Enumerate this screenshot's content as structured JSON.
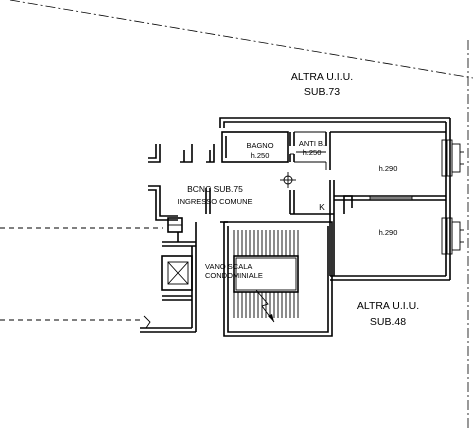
{
  "labels": {
    "altra_73_line1": "ALTRA U.I.U.",
    "altra_73_line2": "SUB.73",
    "bagno": "BAGNO",
    "bagno_h": "h.250",
    "anti_b": "ANTI B.",
    "anti_b_h": "h.250",
    "room_upper_h": "h.290",
    "room_lower_h": "h.290",
    "bcnc": "BCNC SUB.75",
    "ingresso": "INGRESSO COMUNE",
    "k": "K",
    "vano_line1": "VANO SCALA",
    "vano_line2": "CONDOMINIALE",
    "altra_48_line1": "ALTRA U.I.U.",
    "altra_48_line2": "SUB.48"
  }
}
